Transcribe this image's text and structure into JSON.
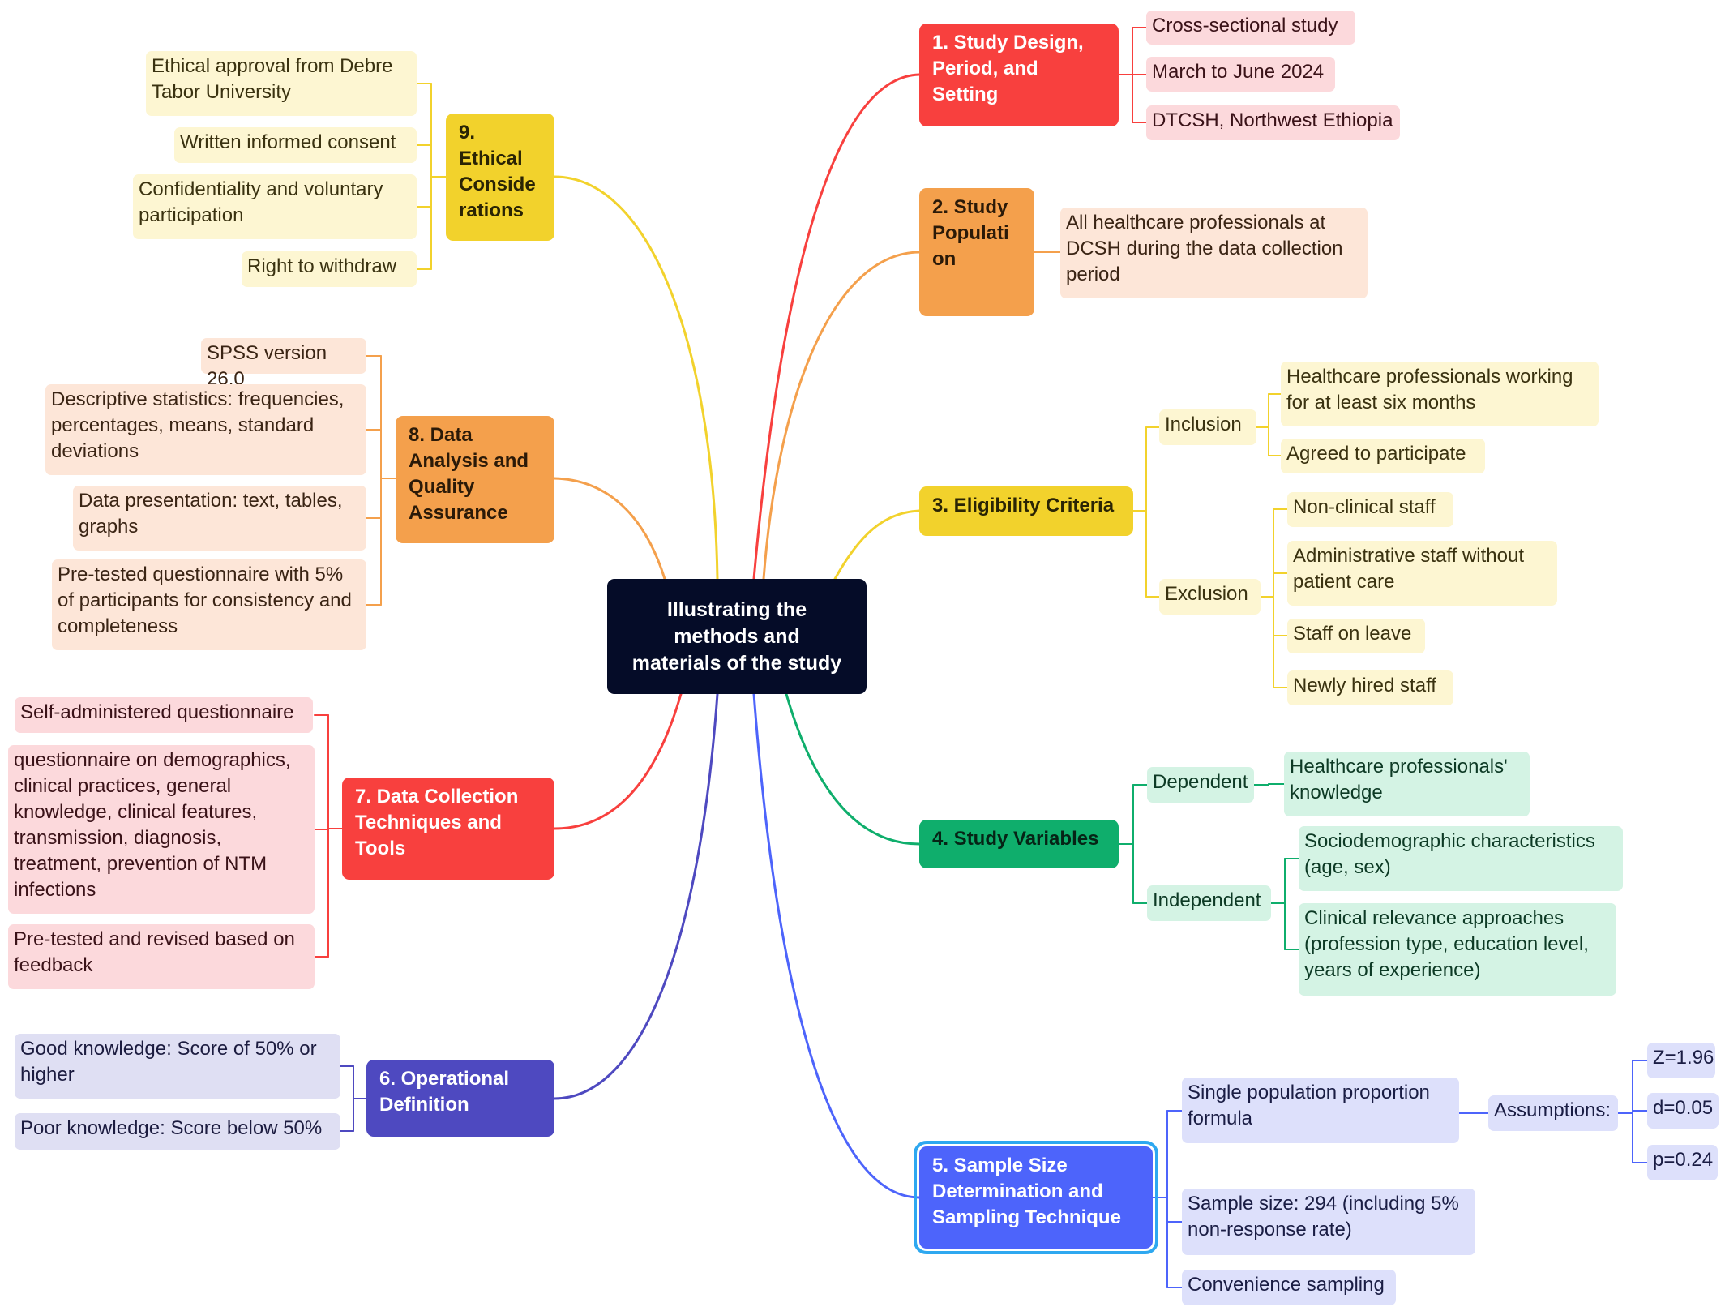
{
  "center": {
    "title": "Illustrating the methods and materials of the study"
  },
  "branches": {
    "b1": {
      "title": "1. Study Design, Period, and Setting",
      "color": "#f8403e",
      "items": [
        "Cross-sectional study",
        "March to June 2024",
        "DTCSH, Northwest Ethiopia"
      ]
    },
    "b2": {
      "title": "2. Study Populati on",
      "color": "#f4a04c",
      "items": [
        "All healthcare professionals at DCSH during the data collection period"
      ]
    },
    "b3": {
      "title": "3. Eligibility Criteria",
      "color": "#f2d22c",
      "inclusion": {
        "label": "Inclusion",
        "items": [
          "Healthcare professionals working for at least six months",
          "Agreed to participate"
        ]
      },
      "exclusion": {
        "label": "Exclusion",
        "items": [
          "Non-clinical staff",
          "Administrative staff without patient care",
          "Staff on leave",
          "Newly hired staff"
        ]
      }
    },
    "b4": {
      "title": "4. Study Variables",
      "color": "#0fae6c",
      "dependent": {
        "label": "Dependent",
        "items": [
          "Healthcare professionals' knowledge"
        ]
      },
      "independent": {
        "label": "Independent",
        "items": [
          "Sociodemographic characteristics (age, sex)",
          "Clinical relevance approaches (profession type, education level, years of experience)"
        ]
      }
    },
    "b5": {
      "title": "5. Sample Size Determination and Sampling Technique",
      "color": "#4d64fb",
      "formula": "Single population proportion formula",
      "assumptions": {
        "label": "Assumptions:",
        "items": [
          "Z=1.96",
          "d=0.05",
          "p=0.24"
        ]
      },
      "sample_size": "Sample size: 294 (including 5% non-response rate)",
      "sampling": "Convenience sampling"
    },
    "b6": {
      "title": "6. Operational Definition",
      "color": "#4e49c0",
      "items": [
        "Good knowledge: Score of 50% or higher",
        "Poor knowledge: Score below 50%"
      ]
    },
    "b7": {
      "title": "7. Data Collection Techniques and Tools",
      "color": "#f8403e",
      "items": [
        "Self-administered questionnaire",
        "questionnaire on demographics, clinical practices, general knowledge, clinical features, transmission, diagnosis, treatment, prevention of NTM infections",
        "Pre-tested and revised based on feedback"
      ]
    },
    "b8": {
      "title": "8. Data Analysis and Quality Assurance",
      "color": "#f4a04c",
      "items": [
        "SPSS version 26.0",
        "Descriptive statistics: frequencies, percentages, means, standard deviations",
        "Data presentation: text, tables, graphs",
        "Pre-tested questionnaire with 5% of participants for consistency and completeness"
      ]
    },
    "b9": {
      "title": "9. Ethical Conside rations",
      "color": "#f2d22c",
      "items": [
        "Ethical approval from Debre Tabor University",
        "Written informed consent",
        "Confidentiality and voluntary participation",
        "Right to withdraw"
      ]
    }
  }
}
